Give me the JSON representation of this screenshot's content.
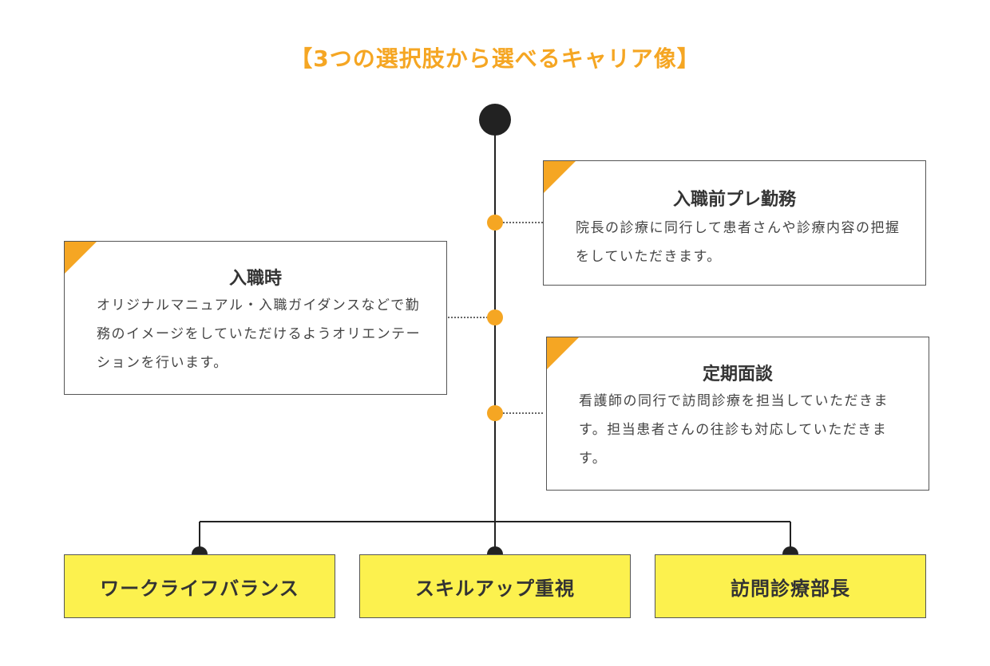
{
  "title": "【3つの選択肢から選べるキャリア像】",
  "cards": [
    {
      "title": "入職前プレ勤務",
      "body": "院長の診療に同行して患者さんや診療内容の把握をしていただきます。"
    },
    {
      "title": "入職時",
      "body": "オリジナルマニュアル・入職ガイダンスなどで勤務のイメージをしていただけるようオリエンテーションを行います。"
    },
    {
      "title": "定期面談",
      "body": "看護師の同行で訪問診療を担当していただきます。担当患者さんの往診も対応していただきます。"
    }
  ],
  "options": [
    "ワークライフバランス",
    "スキルアップ重視",
    "訪問診療部長"
  ],
  "colors": {
    "accent": "#F5A623",
    "option_fill": "#FCF14E",
    "line": "#222222"
  }
}
